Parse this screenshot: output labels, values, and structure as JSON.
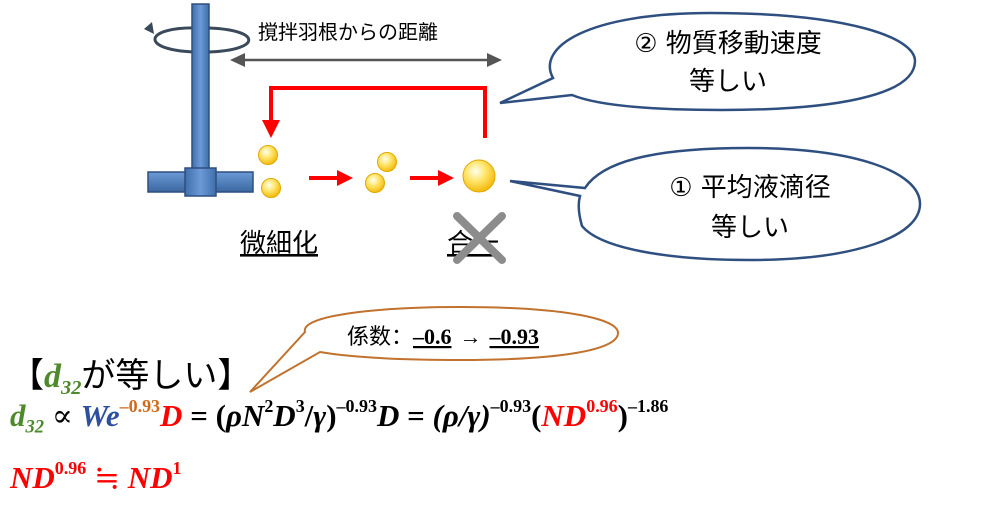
{
  "labels": {
    "distance": "撹拌羽根からの距離",
    "refine": "微細化",
    "coalescence": "合一"
  },
  "callouts": {
    "mass_transfer_line1": "② 物質移動速度",
    "mass_transfer_line2": "等しい",
    "droplet_line1": "① 平均液滴径",
    "droplet_line2": "等しい",
    "coefficient_prefix": "係数：",
    "coefficient_from": "–0.6",
    "arrow": "→",
    "coefficient_to": "–0.93"
  },
  "formula": {
    "heading_open": "【",
    "heading_symbol": "d",
    "heading_sub": "32",
    "heading_jp": "が等しい",
    "heading_close": "】",
    "lhs_symbol": "d",
    "lhs_sub": "32",
    "proportional": "∝",
    "we": "We",
    "we_exp": "–0.93",
    "d1": "D",
    "eq1": "=",
    "group_open": "(",
    "rho": "ρ",
    "n": "N",
    "n_exp": "2",
    "d2": "D",
    "d2_exp": "3",
    "slash": "/",
    "gamma": "γ",
    "group_close": ")",
    "group_exp": "–0.93",
    "d3": "D",
    "eq2": "=",
    "ratio": "(ρ/γ)",
    "ratio_exp": "–0.93",
    "nd_open": "(",
    "nd": "ND",
    "nd_exp": "0.96",
    "nd_close": ")",
    "final_exp": "–1.86"
  },
  "approximation": {
    "lhs": "ND",
    "lhs_exp": "0.96",
    "symbol": "≒",
    "rhs": "ND",
    "rhs_exp": "1"
  },
  "colors": {
    "impeller": "#4f81bd",
    "impeller_outline": "#2e4f7f",
    "flow_arrow": "#ff0000",
    "droplet": "#ffd21f",
    "callout_outline": "#2e4f7f",
    "coefficient_callout_outline": "#c0722e",
    "green_symbol": "#4e8a2c",
    "blue_symbol": "#2e4f9f"
  }
}
